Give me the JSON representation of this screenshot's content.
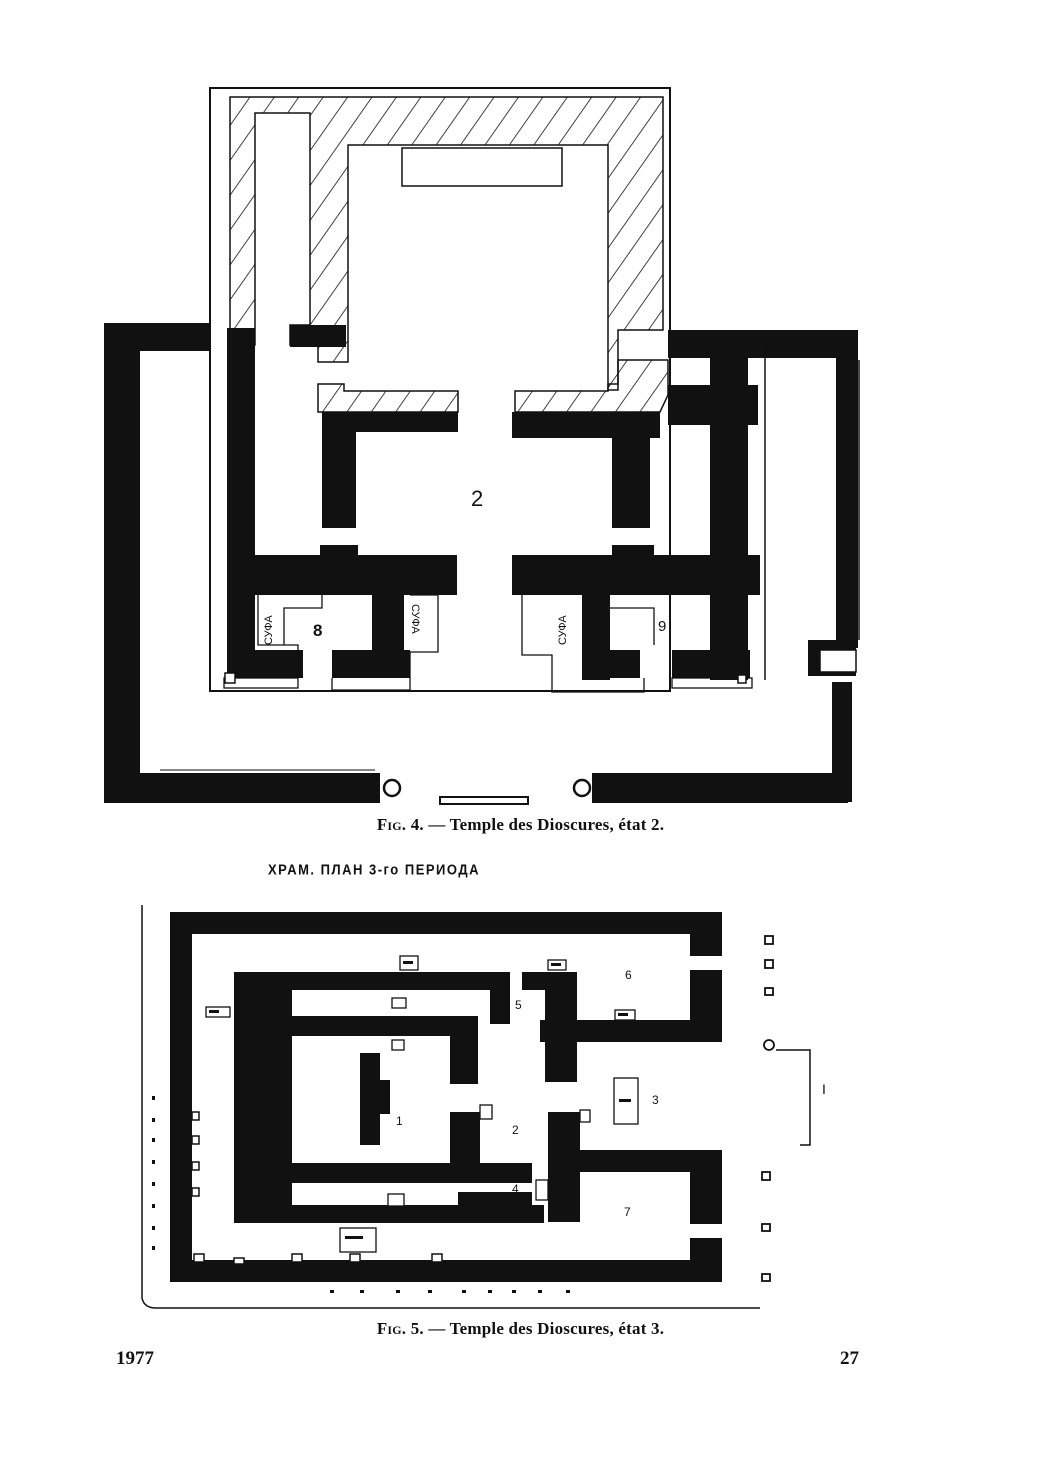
{
  "figure4": {
    "caption_prefix": "Fig. 4.",
    "caption_text": "— Temple des Dioscures, état 2.",
    "labels": {
      "room_2": "2",
      "room_8": "8",
      "room_9": "9",
      "sufa": "СУФА"
    }
  },
  "figure5": {
    "russian_title": "ХРАМ. ПЛАН 3-го ПЕРИОДА",
    "caption_prefix": "Fig. 5.",
    "caption_text": "— Temple des Dioscures, état 3.",
    "labels": {
      "room_1": "1",
      "room_2": "2",
      "room_3": "3",
      "room_4": "4",
      "room_5": "5",
      "room_6": "6",
      "room_7": "7",
      "bracket_label": "I"
    }
  },
  "footer": {
    "year": "1977",
    "page_number": "27"
  }
}
